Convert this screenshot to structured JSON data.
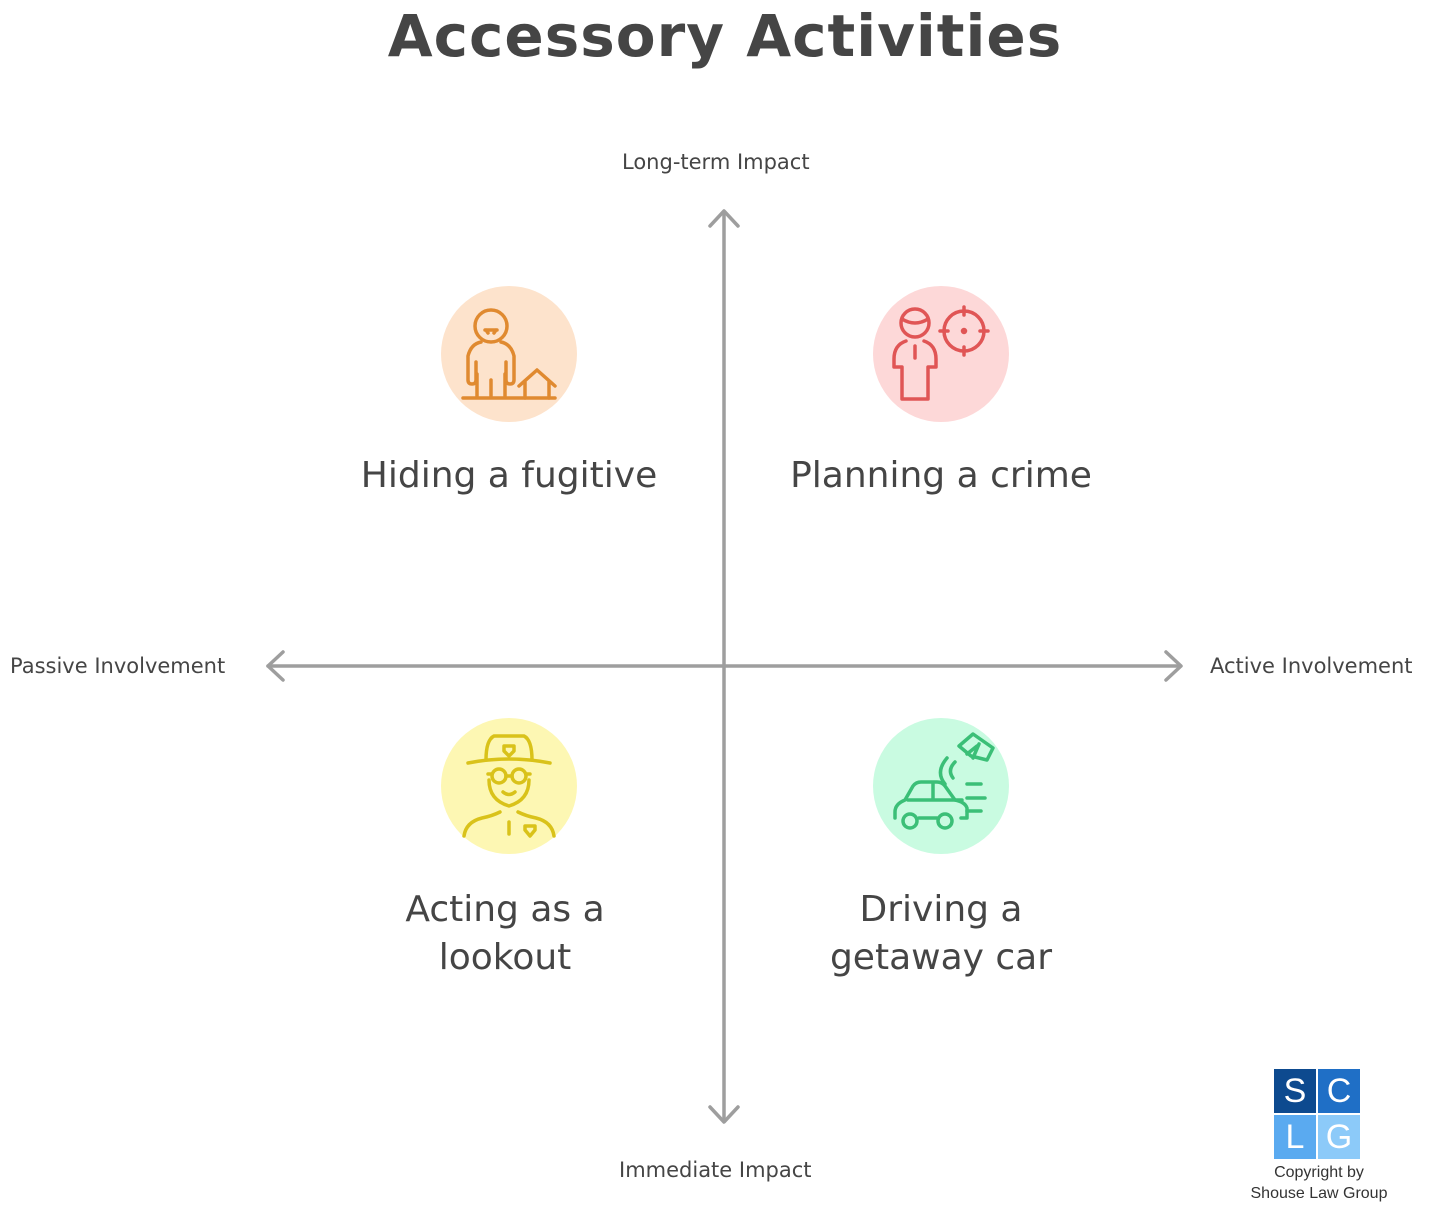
{
  "title": "Accessory Activities",
  "axes": {
    "top": "Long-term Impact",
    "bottom": "Immediate Impact",
    "left": "Passive Involvement",
    "right": "Active Involvement",
    "color": "#9e9e9e"
  },
  "quadrants": [
    {
      "position": "top-left",
      "label": "Hiding a fugitive",
      "icon": "fugitive-house-icon",
      "bg": "#fde3cc",
      "fg": "#e08a30"
    },
    {
      "position": "top-right",
      "label": "Planning a crime",
      "icon": "person-target-icon",
      "bg": "#fdd8d8",
      "fg": "#e05555"
    },
    {
      "position": "bottom-left",
      "label_line1": "Acting as a",
      "label_line2": "lookout",
      "icon": "lookout-officer-icon",
      "bg": "#fdf7b3",
      "fg": "#d9c21a"
    },
    {
      "position": "bottom-right",
      "label_line1": "Driving a",
      "label_line2": "getaway car",
      "icon": "getaway-car-icon",
      "bg": "#c9fbe1",
      "fg": "#3bbf77"
    }
  ],
  "logo": {
    "letters": [
      "S",
      "C",
      "L",
      "G"
    ],
    "colors": [
      "#0d4a8f",
      "#1f6fc6",
      "#5aaaf0",
      "#8ccaf9"
    ],
    "copyright_line1": "Copyright by",
    "copyright_line2": "Shouse Law Group"
  }
}
